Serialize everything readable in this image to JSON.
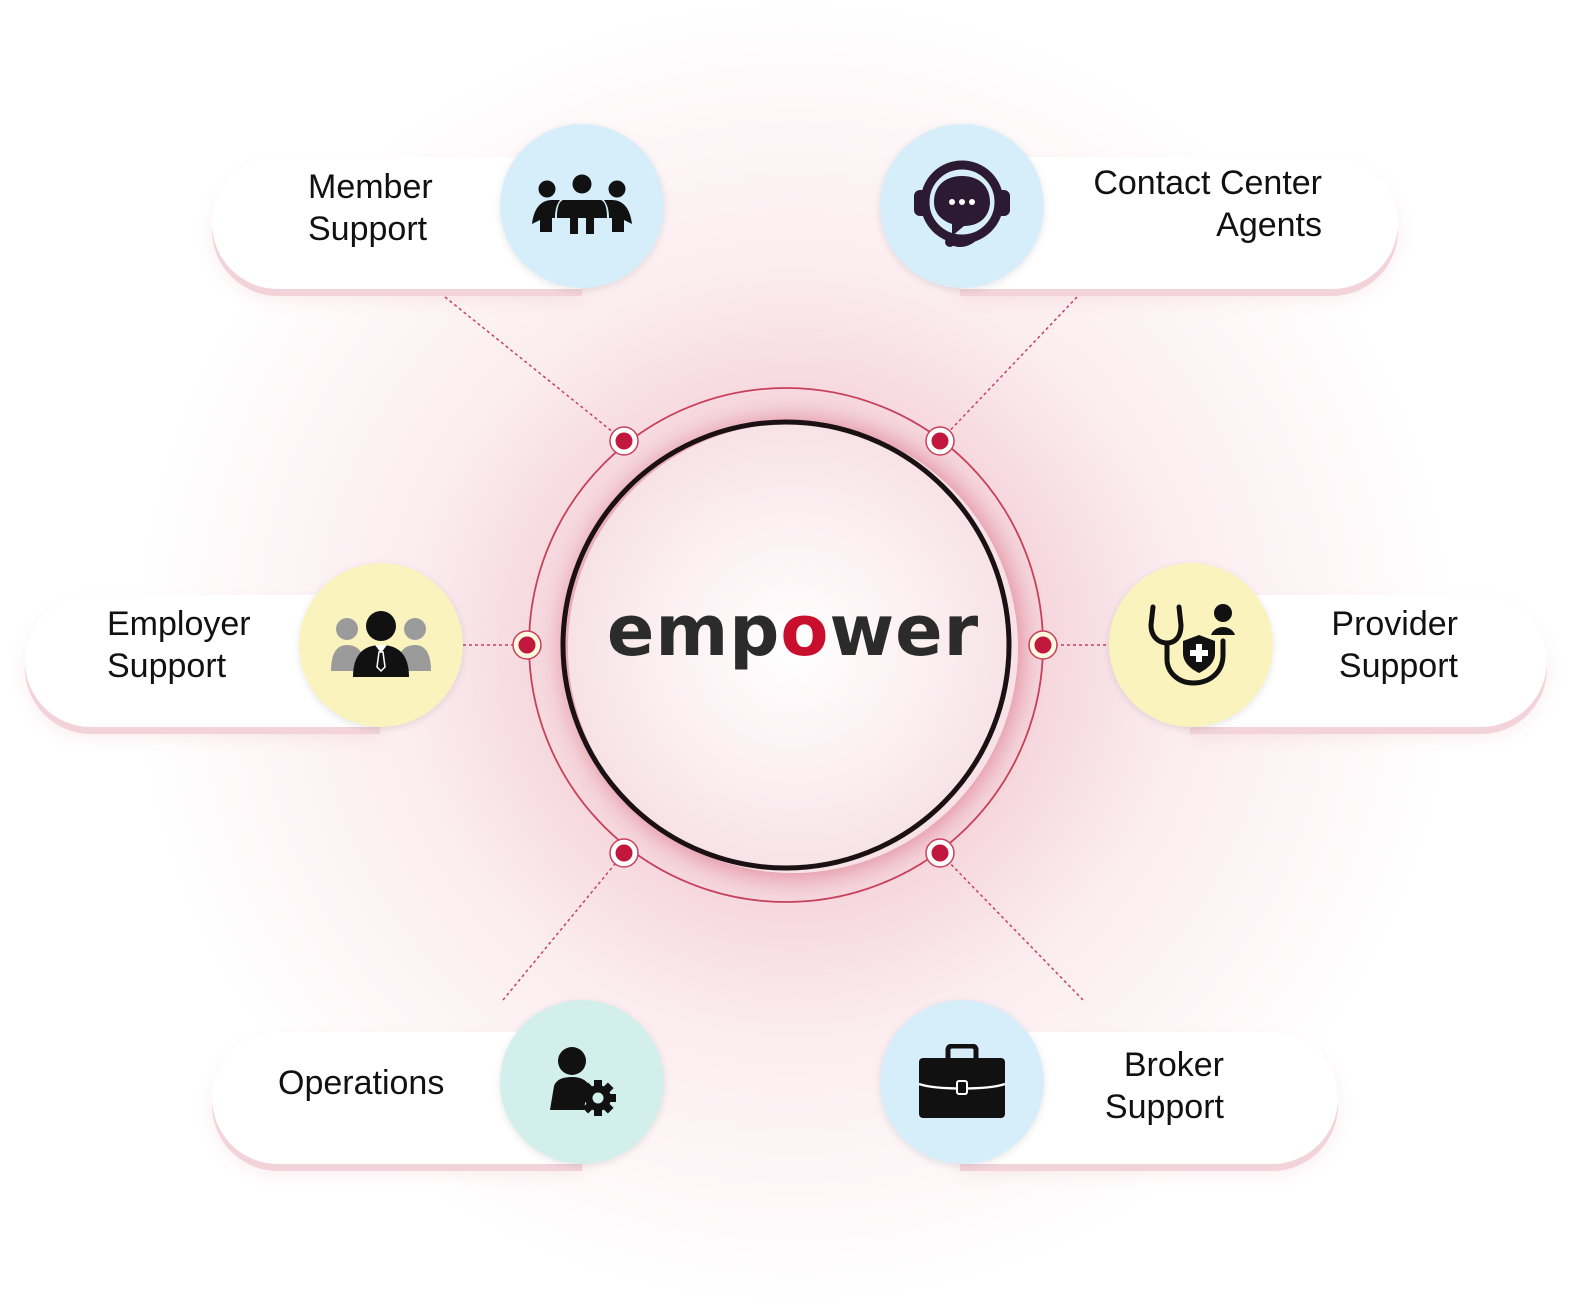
{
  "hub": {
    "brand_pre": "emp",
    "brand_accent": "o",
    "brand_post": "wer",
    "accent_color": "#c8102e",
    "ring_color": "#c8405a"
  },
  "nodes": [
    {
      "id": "member-support",
      "line1": "Member",
      "line2": "Support",
      "badge_color": "#d6eefa",
      "icon": "group-icon"
    },
    {
      "id": "contact-center-agents",
      "line1": "Contact Center",
      "line2": "Agents",
      "badge_color": "#d6eefa",
      "icon": "headset-chat-icon"
    },
    {
      "id": "employer-support",
      "line1": "Employer",
      "line2": "Support",
      "badge_color": "#fbf3be",
      "icon": "business-team-icon"
    },
    {
      "id": "provider-support",
      "line1": "Provider",
      "line2": "Support",
      "badge_color": "#fbf3be",
      "icon": "stethoscope-shield-icon"
    },
    {
      "id": "operations",
      "line1": "Operations",
      "badge_color": "#d2efec",
      "icon": "user-gear-icon"
    },
    {
      "id": "broker-support",
      "line1": "Broker",
      "line2": "Support",
      "badge_color": "#d6eefa",
      "icon": "briefcase-icon"
    }
  ]
}
